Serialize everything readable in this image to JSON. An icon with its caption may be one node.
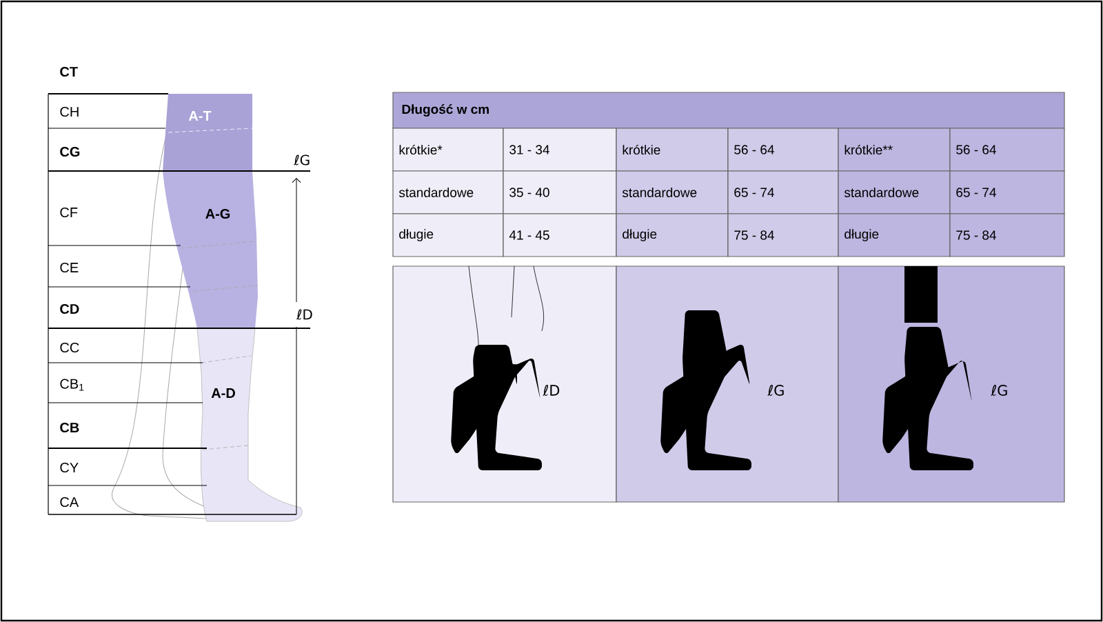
{
  "diagram": {
    "labels": [
      "CT",
      "CH",
      "CG",
      "CF",
      "CE",
      "CD",
      "CC",
      "CB$_{1}$",
      "CB",
      "CY",
      "CA",
      "A-T",
      "A-G",
      "A-D",
      "ℓG",
      "ℓD",
      "Długość w cm",
      "krótkie*",
      "31 - 34",
      "krótkie",
      "56 - 64",
      "krótkie**",
      "56 - 64",
      "standardowe",
      "35 - 40",
      "standardowe",
      "65 - 74",
      "standardowe",
      "65 - 74",
      "długie",
      "41 - 45",
      "długie",
      "75 - 84",
      "długie",
      "75 - 84",
      "ℓD",
      "ℓG",
      "ℓG"
    ]
  }
}
